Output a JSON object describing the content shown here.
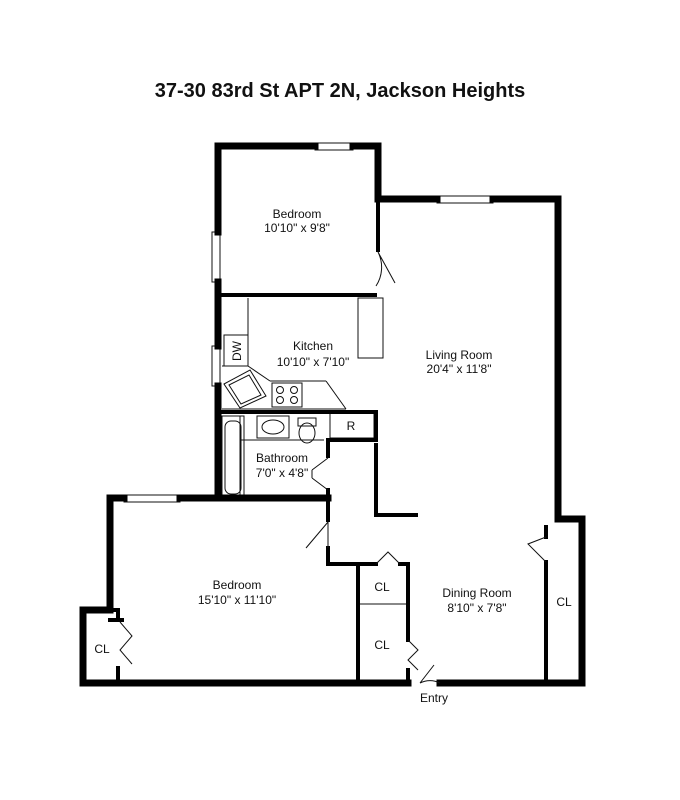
{
  "title": "37-30 83rd St APT 2N, Jackson Heights",
  "rooms": {
    "bedroom_top": {
      "name": "Bedroom",
      "dims": "10'10\" x 9'8\""
    },
    "kitchen": {
      "name": "Kitchen",
      "dims": "10'10\" x 7'10\""
    },
    "living_room": {
      "name": "Living Room",
      "dims": "20'4\" x 11'8\""
    },
    "bathroom": {
      "name": "Bathroom",
      "dims": "7'0\" x 4'8\""
    },
    "bedroom_bottom": {
      "name": "Bedroom",
      "dims": "15'10\" x 11'10\""
    },
    "dining_room": {
      "name": "Dining Room",
      "dims": "8'10\" x 7'8\""
    }
  },
  "fixtures": {
    "dishwasher": "DW",
    "refrigerator": "R",
    "closet": "CL"
  },
  "entry": "Entry"
}
